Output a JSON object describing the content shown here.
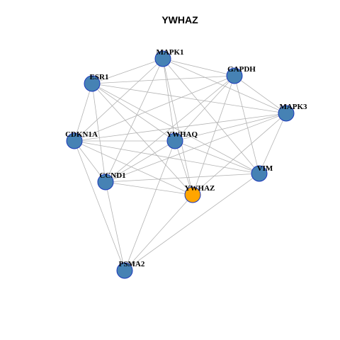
{
  "title": "YWHAZ",
  "colors": {
    "node_default": "#4682B4",
    "node_highlight": "#FFA500",
    "node_stroke": "#1C39BB",
    "edge": "#B3B3B3"
  },
  "nodes": [
    {
      "id": "MAPK1",
      "highlight": false
    },
    {
      "id": "GAPDH",
      "highlight": false
    },
    {
      "id": "ESR1",
      "highlight": false
    },
    {
      "id": "MAPK3",
      "highlight": false
    },
    {
      "id": "CDKN1A",
      "highlight": false
    },
    {
      "id": "YWHAQ",
      "highlight": false
    },
    {
      "id": "VIM",
      "highlight": false
    },
    {
      "id": "CCND1",
      "highlight": false
    },
    {
      "id": "YWHAZ",
      "highlight": true
    },
    {
      "id": "PSMA2",
      "highlight": false
    }
  ],
  "edges": [
    [
      "MAPK1",
      "GAPDH"
    ],
    [
      "MAPK1",
      "ESR1"
    ],
    [
      "MAPK1",
      "MAPK3"
    ],
    [
      "MAPK1",
      "CDKN1A"
    ],
    [
      "MAPK1",
      "YWHAQ"
    ],
    [
      "MAPK1",
      "VIM"
    ],
    [
      "MAPK1",
      "CCND1"
    ],
    [
      "MAPK1",
      "YWHAZ"
    ],
    [
      "GAPDH",
      "ESR1"
    ],
    [
      "GAPDH",
      "MAPK3"
    ],
    [
      "GAPDH",
      "CDKN1A"
    ],
    [
      "GAPDH",
      "YWHAQ"
    ],
    [
      "GAPDH",
      "VIM"
    ],
    [
      "GAPDH",
      "CCND1"
    ],
    [
      "GAPDH",
      "YWHAZ"
    ],
    [
      "ESR1",
      "MAPK3"
    ],
    [
      "ESR1",
      "YWHAQ"
    ],
    [
      "ESR1",
      "VIM"
    ],
    [
      "ESR1",
      "CCND1"
    ],
    [
      "ESR1",
      "YWHAZ"
    ],
    [
      "ESR1",
      "CDKN1A"
    ],
    [
      "MAPK3",
      "CDKN1A"
    ],
    [
      "MAPK3",
      "YWHAQ"
    ],
    [
      "MAPK3",
      "VIM"
    ],
    [
      "MAPK3",
      "CCND1"
    ],
    [
      "MAPK3",
      "YWHAZ"
    ],
    [
      "CDKN1A",
      "YWHAQ"
    ],
    [
      "CDKN1A",
      "VIM"
    ],
    [
      "CDKN1A",
      "CCND1"
    ],
    [
      "CDKN1A",
      "YWHAZ"
    ],
    [
      "CDKN1A",
      "PSMA2"
    ],
    [
      "YWHAQ",
      "VIM"
    ],
    [
      "YWHAQ",
      "CCND1"
    ],
    [
      "YWHAQ",
      "YWHAZ"
    ],
    [
      "YWHAQ",
      "PSMA2"
    ],
    [
      "VIM",
      "CCND1"
    ],
    [
      "VIM",
      "PSMA2"
    ],
    [
      "CCND1",
      "YWHAZ"
    ],
    [
      "CCND1",
      "PSMA2"
    ],
    [
      "YWHAZ",
      "PSMA2"
    ]
  ]
}
